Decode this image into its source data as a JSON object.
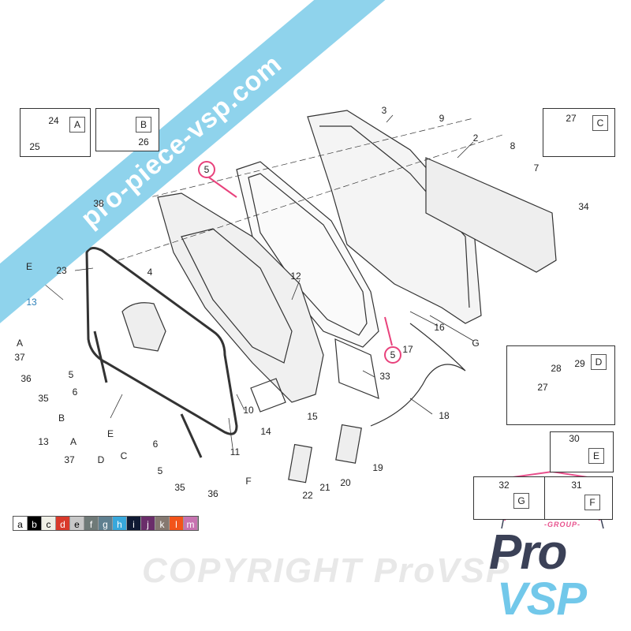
{
  "watermark_url": "pro-piece-vsp.com",
  "watermark_copyright": "COPYRIGHT ProVSP",
  "insets": {
    "A": {
      "letter": "A",
      "parts": [
        "24",
        "25"
      ]
    },
    "B": {
      "letter": "B",
      "parts": [
        "26"
      ]
    },
    "C": {
      "letter": "C",
      "parts": [
        "27"
      ]
    },
    "D": {
      "letter": "D",
      "parts": [
        "28",
        "29",
        "27"
      ]
    },
    "E": {
      "letter": "E",
      "parts": [
        "30"
      ]
    },
    "G": {
      "letter": "G",
      "parts": [
        "32"
      ]
    },
    "F": {
      "letter": "F",
      "parts": [
        "31"
      ]
    }
  },
  "labels": [
    "3",
    "9",
    "2",
    "8",
    "7",
    "34",
    "38",
    "E",
    "23",
    "4",
    "13",
    "A",
    "37",
    "36",
    "35",
    "5",
    "6",
    "12",
    "16",
    "17",
    "G",
    "33",
    "18",
    "15",
    "10",
    "14",
    "11",
    "B",
    "13",
    "A",
    "37",
    "E",
    "D",
    "C",
    "6",
    "5",
    "35",
    "36",
    "19",
    "F",
    "22",
    "21",
    "20"
  ],
  "highlighted_labels": [
    "5",
    "5"
  ],
  "palette": [
    {
      "letter": "a",
      "color": "#ffffff"
    },
    {
      "letter": "b",
      "color": "#000000"
    },
    {
      "letter": "c",
      "color": "#efefe6"
    },
    {
      "letter": "d",
      "color": "#d93a2b"
    },
    {
      "letter": "e",
      "color": "#c8c8c8"
    },
    {
      "letter": "f",
      "color": "#6f7a78"
    },
    {
      "letter": "g",
      "color": "#5f8090"
    },
    {
      "letter": "h",
      "color": "#38a8dc"
    },
    {
      "letter": "i",
      "color": "#0f1a33"
    },
    {
      "letter": "j",
      "color": "#6a2d6a"
    },
    {
      "letter": "k",
      "color": "#857870"
    },
    {
      "letter": "l",
      "color": "#f2541a"
    },
    {
      "letter": "m",
      "color": "#c773b0"
    }
  ],
  "logo": {
    "group": "-GROUP-",
    "pro": "Pro",
    "vsp": "VSP"
  }
}
